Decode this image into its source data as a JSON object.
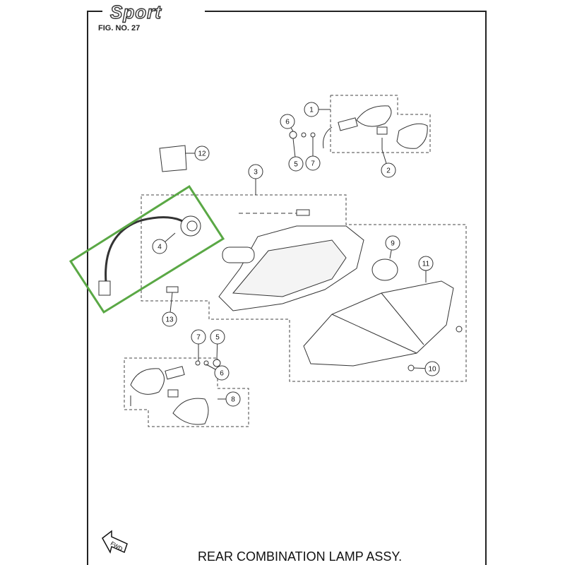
{
  "header": {
    "brand": "Sport",
    "figure_number": "FIG. NO. 27"
  },
  "footer": {
    "caption": "REAR COMBINATION LAMP ASSY.",
    "direction_label": "FWD"
  },
  "callouts": [
    "1",
    "2",
    "3",
    "4",
    "5",
    "6",
    "7",
    "8",
    "9",
    "10",
    "11",
    "12",
    "13",
    "7",
    "5",
    "6"
  ],
  "highlight": {
    "color": "#5aa845",
    "part": "4"
  }
}
